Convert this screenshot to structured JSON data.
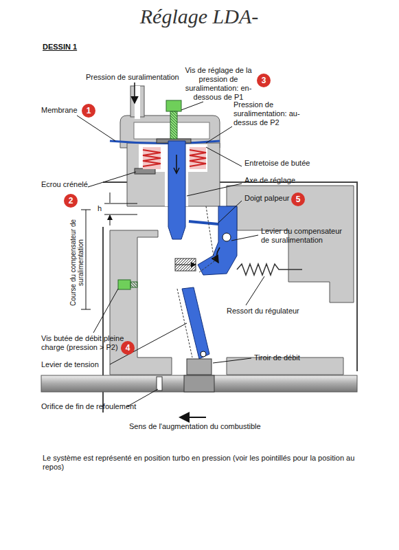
{
  "diagram": {
    "title": "Réglage LDA-",
    "caption": "Le système est représenté en position turbo en pression (voir les pointillés pour la position au repos)",
    "nodes": [
      {
        "text": [
          "3"
        ]
      },
      {
        "text": [
          "1"
        ]
      },
      {
        "text": [
          "2"
        ]
      },
      {
        "text": [
          "5"
        ]
      },
      {
        "text": [
          "4"
        ]
      }
    ],
    "labels": [
      "DESSIN 1",
      "Pression de suralimentation",
      "Vis de réglage de la pression de suralimentation: en-dessous de P1",
      "Pression de suralimentation: au-dessus de P2",
      "Membrane",
      "Entretoise de butée",
      "Ecrou crénelé",
      "Axe de réglage",
      "h",
      "Doigt palpeur",
      "Course du compensateur de suralimentation",
      "Levier du compensateur de suralimentation",
      "Vis butée de débit pleine charge (pression > P2)",
      "Ressort du régulateur",
      "Levier de tension",
      "Tiroir de débit",
      "Orifice de fin de refoulement",
      "Sens de l'augmentation du combustible"
    ]
  }
}
